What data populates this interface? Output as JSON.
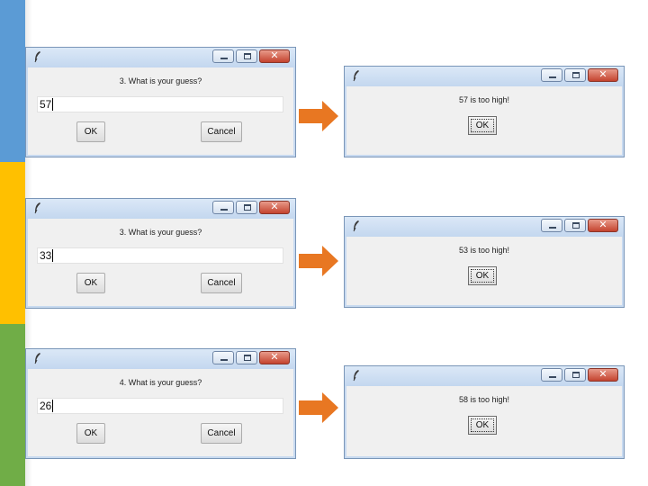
{
  "colors": {
    "stripe_blue": "#5b9bd5",
    "stripe_yellow": "#ffc000",
    "stripe_green": "#70ad47",
    "arrow": "#e87722"
  },
  "rows": [
    {
      "input_dialog": {
        "prompt": "3. What is your guess?",
        "value": "57",
        "ok_label": "OK",
        "cancel_label": "Cancel"
      },
      "result_dialog": {
        "message": "57 is too high!",
        "ok_label": "OK"
      }
    },
    {
      "input_dialog": {
        "prompt": "3. What is your guess?",
        "value": "33",
        "ok_label": "OK",
        "cancel_label": "Cancel"
      },
      "result_dialog": {
        "message": "53 is too high!",
        "ok_label": "OK"
      }
    },
    {
      "input_dialog": {
        "prompt": "4. What is your guess?",
        "value": "26",
        "ok_label": "OK",
        "cancel_label": "Cancel"
      },
      "result_dialog": {
        "message": "58 is too high!",
        "ok_label": "OK"
      }
    }
  ],
  "window_icons": {
    "app": "feather-icon",
    "minimize": "minimize-icon",
    "maximize": "maximize-icon",
    "close": "close-icon"
  }
}
